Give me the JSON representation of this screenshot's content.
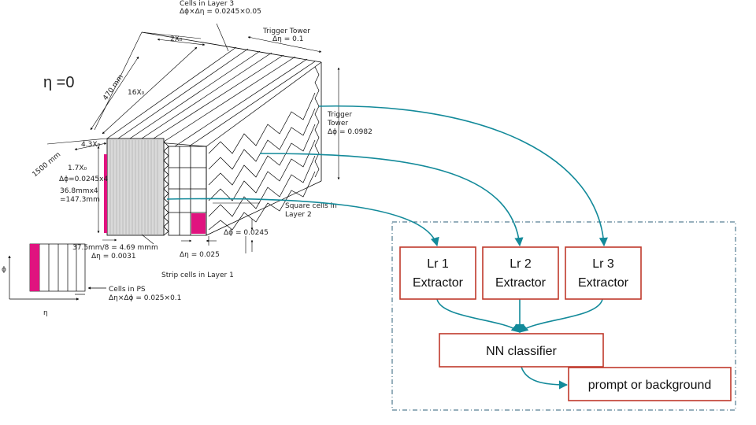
{
  "eta_label": "η =0",
  "detector": {
    "cells_layer3_title": "Cells in Layer 3",
    "cells_layer3_size": "Δϕ×Δη = 0.0245×0.05",
    "trigger_tower_title": "Trigger Tower",
    "trigger_tower_deta": "Δη = 0.1",
    "x0_2": "2X₀",
    "length_470": "470 mm",
    "x0_16": "16X₀",
    "x0_43": "4.3X₀",
    "x0_17": "1.7X₀",
    "length_1500": "1500 mm",
    "dphi_strip": "Δϕ=0.0245x4",
    "strip_mm1": "36.8mmx4",
    "strip_mm2": "=147.3mm",
    "trigger_tower_side1": "Trigger",
    "trigger_tower_side2": "Tower",
    "trigger_tower_dphi": "Δϕ = 0.0982",
    "square_cells1": "Square cells in",
    "square_cells2": "Layer 2",
    "dphi_layer2": "Δϕ = 0.0245",
    "deta_layer2": "Δη = 0.025",
    "strip_width1": "37.5mm/8 = 4.69 mmm",
    "strip_width2": "Δη = 0.0031",
    "strip_cells": "Strip cells in Layer 1",
    "ps_cells1": "Cells in PS",
    "ps_cells2": "Δη×Δϕ = 0.025×0.1",
    "axis_phi": "ϕ",
    "axis_eta": "η"
  },
  "pipeline": {
    "extractors": [
      {
        "line1": "Lr 1",
        "line2": "Extractor"
      },
      {
        "line1": "Lr 2",
        "line2": "Extractor"
      },
      {
        "line1": "Lr 3",
        "line2": "Extractor"
      }
    ],
    "classifier": "NN classifier",
    "output": "prompt or background"
  },
  "colors": {
    "box_border": "#c0392b",
    "arrow": "#138a9a",
    "highlight": "#e0137f",
    "dashed_frame": "#2c5f7a"
  }
}
